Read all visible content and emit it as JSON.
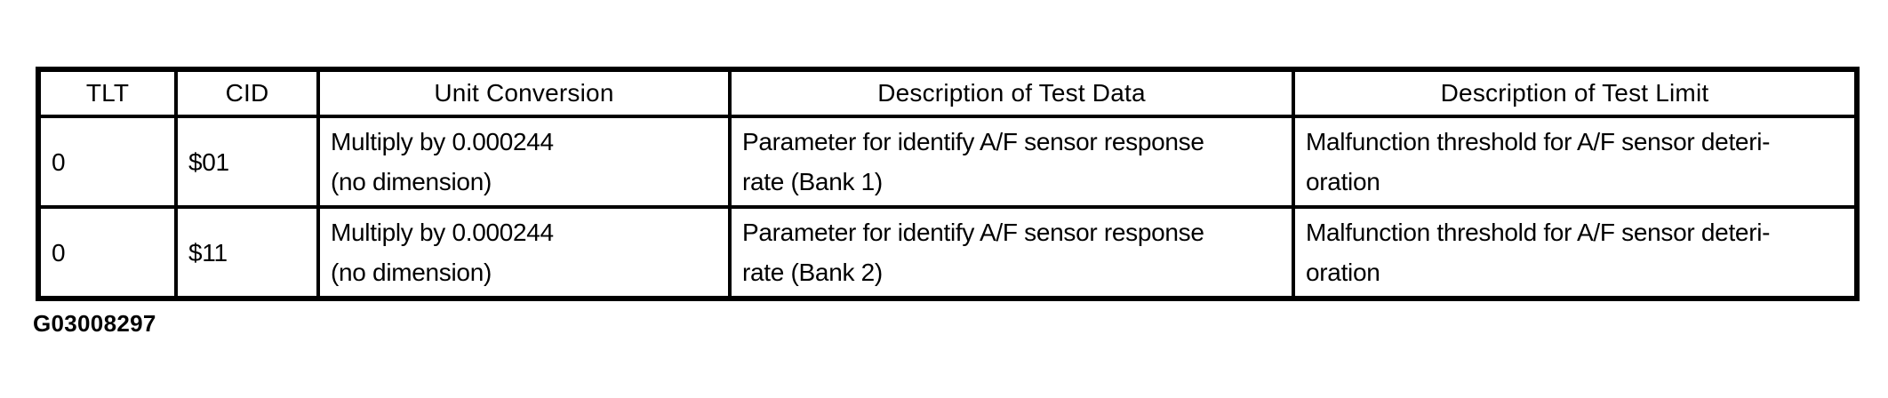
{
  "figure_id": "G03008297",
  "colors": {
    "background": "#ffffff",
    "border": "#000000",
    "text": "#000000"
  },
  "table": {
    "headers": [
      "TLT",
      "CID",
      "Unit Conversion",
      "Description of Test Data",
      "Description of Test Limit"
    ],
    "rows": [
      {
        "tlt": "0",
        "cid": "$01",
        "unit_conversion": [
          "Multiply by 0.000244",
          "(no dimension)"
        ],
        "test_data": [
          "Parameter for identify A/F sensor response",
          "rate (Bank 1)"
        ],
        "test_limit": [
          "Malfunction threshold for A/F sensor deteri-",
          "oration"
        ]
      },
      {
        "tlt": "0",
        "cid": "$11",
        "unit_conversion": [
          "Multiply by 0.000244",
          "(no dimension)"
        ],
        "test_data": [
          "Parameter for identify A/F sensor response",
          "rate (Bank 2)"
        ],
        "test_limit": [
          "Malfunction threshold for A/F sensor deteri-",
          "oration"
        ]
      }
    ]
  }
}
